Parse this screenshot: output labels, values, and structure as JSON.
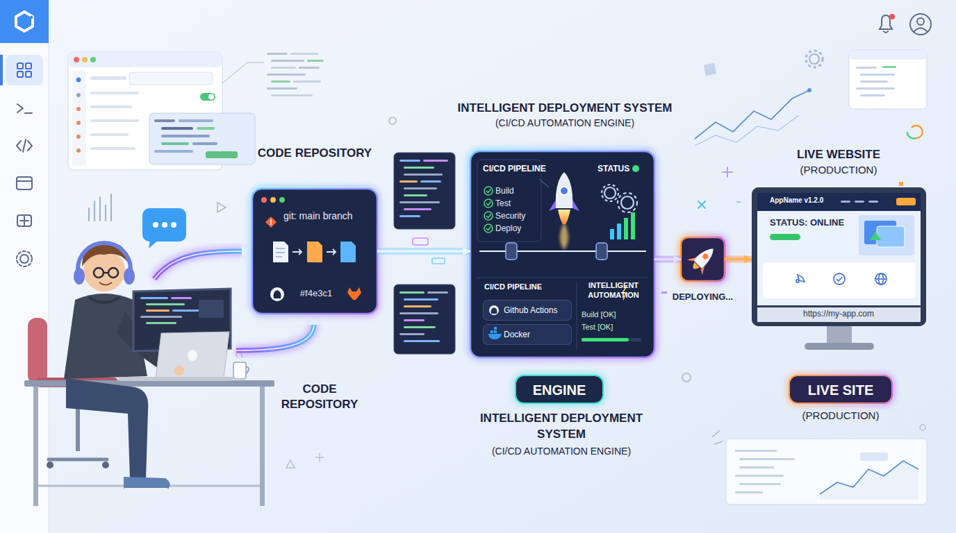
{
  "diagram": {
    "nodes": [
      {
        "text": [
          "CODE REPOSITORY",
          "git: main branch",
          "#f4e3c1"
        ]
      },
      {
        "text": [
          "INTELLIGENT DEPLOYMENT SYSTEM",
          "(CI/CD AUTOMATION ENGINE)",
          "CI/CD PIPELINE",
          "STATUS",
          "Build",
          "Test",
          "Security",
          "Deploy",
          "CI/CD PIPELINE",
          "INTELLIGENT AUTOMATION",
          "Build [OK]",
          "Test [OK]"
        ]
      },
      {
        "text": [
          "Github Actions"
        ],
        "in": 1
      },
      {
        "text": [
          "Docker"
        ],
        "in": 1
      },
      {
        "text": [
          "DEPLOYING..."
        ]
      },
      {
        "text": [
          "LIVE WEBSITE",
          "(PRODUCTION)",
          "AppName v1.2.0",
          "STATUS: ONLINE",
          "https://my-app.com"
        ]
      },
      {
        "text": [
          "ENGINE"
        ]
      },
      {
        "text": [
          "LIVE SITE"
        ]
      }
    ],
    "edges": [
      {
        "from": 0,
        "to": 1,
        "arrow": "to"
      },
      {
        "from": 1,
        "to": 4,
        "arrow": "to"
      },
      {
        "from": 4,
        "to": 5,
        "arrow": "to"
      }
    ],
    "labels": [
      "CODE REPOSITORY",
      "INTELLIGENT DEPLOYMENT SYSTEM",
      "(CI/CD AUTOMATION ENGINE)",
      "(PRODUCTION)"
    ]
  }
}
